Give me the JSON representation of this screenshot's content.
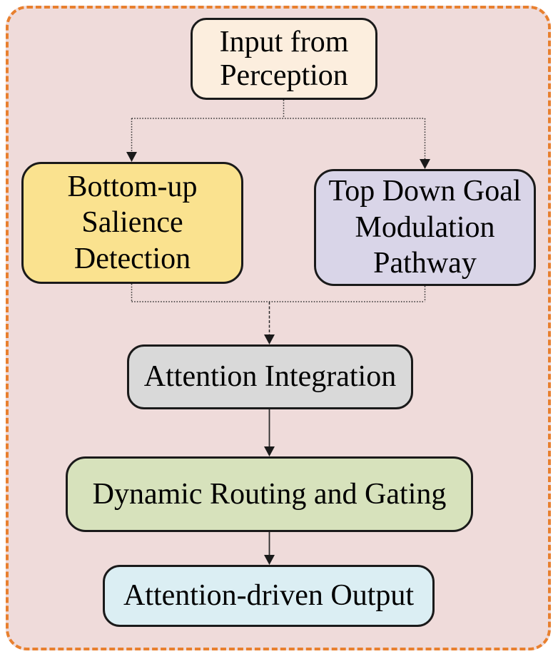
{
  "diagram": {
    "frame": {
      "background": "#EFDBDA",
      "border_color": "#E8802F",
      "border_style": "dashed"
    },
    "connector_color": "#2B2B2B",
    "text_color": "#000000",
    "box_border_color": "#1A1A1A",
    "boxes": {
      "input": {
        "label": "Input from Perception",
        "fill": "#FCEEDE"
      },
      "bottom_up": {
        "label": "Bottom-up Salience Detection",
        "fill": "#FAE28F"
      },
      "top_down": {
        "label": "Top Down Goal Modulation Pathway",
        "fill": "#D9D5E8"
      },
      "integration": {
        "label": "Attention Integration",
        "fill": "#D9D9D9"
      },
      "routing": {
        "label": "Dynamic Routing and Gating",
        "fill": "#D7E2BC"
      },
      "output": {
        "label": "Attention-driven Output",
        "fill": "#DBEEF3"
      }
    },
    "flow": {
      "from_input_to": [
        "bottom_up",
        "top_down"
      ],
      "merge_into": "integration",
      "then": [
        "routing",
        "output"
      ]
    }
  }
}
